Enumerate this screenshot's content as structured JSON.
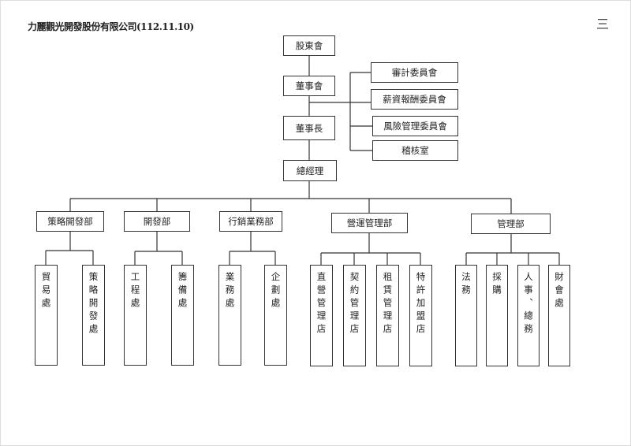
{
  "title": "力麗觀光開發股份有限公司(112.11.10)",
  "page_mark": "三",
  "top": {
    "shareholders": "股東會",
    "board": "董事會",
    "chairman": "董事長",
    "president": "總經理"
  },
  "committees": [
    "審計委員會",
    "薪資報酬委員會",
    "風險管理委員會",
    "稽核室"
  ],
  "departments": [
    {
      "name": "策略開發部",
      "units": [
        "貿易處",
        "策略開發處"
      ]
    },
    {
      "name": "開發部",
      "units": [
        "工程處",
        "籌備處"
      ]
    },
    {
      "name": "行銷業務部",
      "units": [
        "業務處",
        "企劃處"
      ]
    },
    {
      "name": "營運管理部",
      "units": [
        "直營管理店",
        "契約管理店",
        "租賃管理店",
        "特許加盟店"
      ]
    },
    {
      "name": "管理部",
      "units": [
        "法務",
        "採購",
        "人事、總務",
        "財會處"
      ]
    }
  ]
}
